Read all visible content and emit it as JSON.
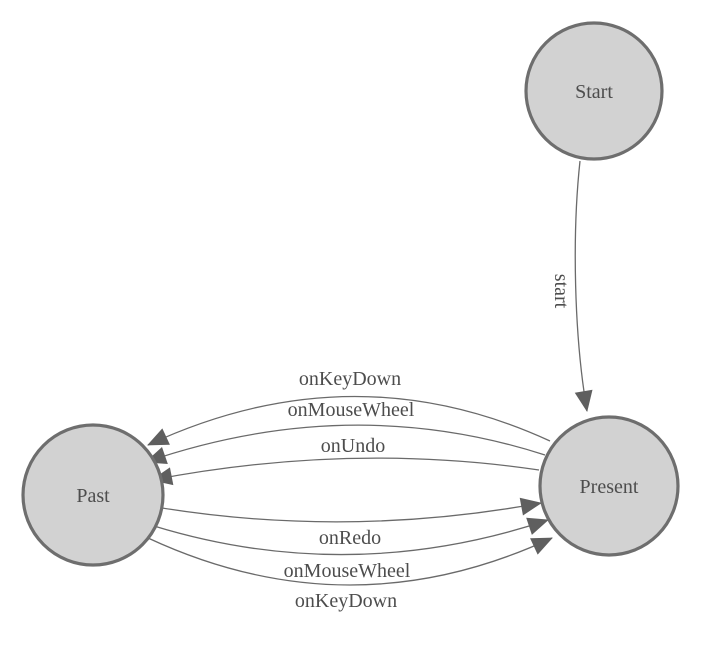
{
  "diagram": {
    "kind": "state-machine",
    "colors": {
      "background": "#ffffff",
      "node_fill": "#d2d2d2",
      "node_border": "#6e6e6e",
      "edge_line": "#6a6a6a",
      "arrowhead": "#5f5f5f",
      "label_text": "#4d4d4d"
    },
    "nodes": {
      "start": {
        "label": "Start"
      },
      "present": {
        "label": "Present"
      },
      "past": {
        "label": "Past"
      }
    },
    "edges": {
      "start_to_present": {
        "from": "Start",
        "to": "Present",
        "label": "start"
      },
      "present_to_past": [
        {
          "from": "Present",
          "to": "Past",
          "label": "onKeyDown"
        },
        {
          "from": "Present",
          "to": "Past",
          "label": "onMouseWheel"
        },
        {
          "from": "Present",
          "to": "Past",
          "label": "onUndo"
        }
      ],
      "past_to_present": [
        {
          "from": "Past",
          "to": "Present",
          "label": "onRedo"
        },
        {
          "from": "Past",
          "to": "Present",
          "label": "onMouseWheel"
        },
        {
          "from": "Past",
          "to": "Present",
          "label": "onKeyDown"
        }
      ]
    }
  }
}
